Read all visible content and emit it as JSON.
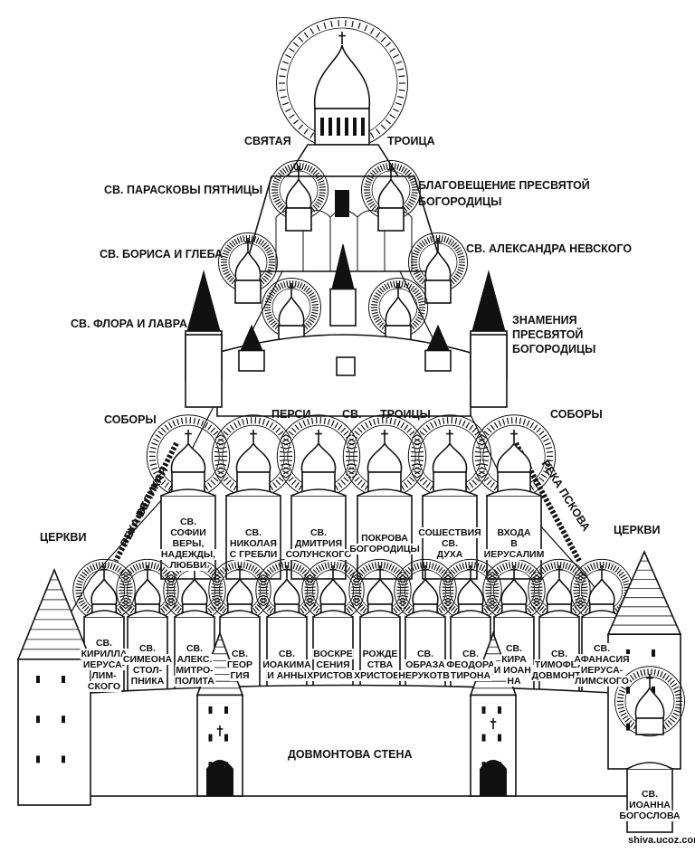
{
  "labels": {
    "top_left": "СВЯТАЯ",
    "top_right": "ТРОИЦА",
    "paraskeva": "СВ. ПАРАСКОВЫ ПЯТНИЦЫ",
    "blag1": "БЛАГОВЕЩЕНИЕ ПРЕСВЯТОЙ",
    "blag2": "БОГОРОДИЦЫ",
    "boris": "СВ. БОРИСА И ГЛЕБА",
    "alexander": "СВ. АЛЕКСАНДРА НЕВСКОГО",
    "flor": "СВ. ФЛОРА И ЛАВРА",
    "znam1": "ЗНАМЕНИЯ",
    "znam2": "ПРЕСВЯТОЙ",
    "znam3": "БОГОРОДИЦЫ",
    "persi": "ПЕРСИ",
    "sv": "СВ.",
    "troitsy": "ТРОИЦЫ",
    "sobory_left": "СОБОРЫ",
    "sobory_right": "СОБОРЫ",
    "reka_velikaya": "РЕКА ВЕЛИКАЯ",
    "reka_pskova": "РЕКА ПСКОВА",
    "tserkvi_left": "ЦЕРКВИ",
    "tserkvi_right": "ЦЕРКВИ",
    "wall": "ДОВМОНТОВА СТЕНА",
    "watermark": "shiva.ucoz.com"
  },
  "cathedrals": [
    {
      "lines": [
        "СВ.",
        "СОФИИ",
        "ВЕРЫ,",
        "НАДЕЖДЫ,",
        "ЛЮБВИ"
      ]
    },
    {
      "lines": [
        "СВ.",
        "НИКОЛАЯ",
        "С ГРЕБЛИ"
      ]
    },
    {
      "lines": [
        "СВ.",
        "ДМИТРИЯ",
        "СОЛУНСКОГО"
      ]
    },
    {
      "lines": [
        "ПОКРОВА",
        "БОГОРОДИЦЫ"
      ]
    },
    {
      "lines": [
        "СОШЕСТВИЯ",
        "СВ.",
        "ДУХА"
      ]
    },
    {
      "lines": [
        "ВХОДА",
        "В",
        "ИЕРУСАЛИМ"
      ]
    }
  ],
  "churches": [
    {
      "lines": [
        "СВ.",
        "КИРИЛЛА",
        "ИЕРУСА-",
        "ЛИМ-",
        "СКОГО"
      ]
    },
    {
      "lines": [
        "СВ.",
        "СИМЕОНА",
        "СТОЛ-",
        "ПНИКА"
      ]
    },
    {
      "lines": [
        "СВ.",
        "АЛЕКС.",
        "МИТРО-",
        "ПОЛИТА"
      ]
    },
    {
      "lines": [
        "СВ.",
        "ГЕОР",
        "ГИЯ"
      ]
    },
    {
      "lines": [
        "СВ.",
        "ИОАКИМА",
        "И АННЫ"
      ]
    },
    {
      "lines": [
        "ВОСКРЕ",
        "СЕНИЯ",
        "ХРИСТОВА"
      ]
    },
    {
      "lines": [
        "РОЖДЕ",
        "СТВА",
        "ХРИСТОВА"
      ]
    },
    {
      "lines": [
        "СВ.",
        "ОБРАЗА",
        "НЕРУКОТВ."
      ]
    },
    {
      "lines": [
        "СВ.",
        "ФЕОДОРА",
        "ТИРОНА"
      ]
    },
    {
      "lines": [
        "СВ.",
        "КИРА",
        "И ИОАН-",
        "НА"
      ]
    },
    {
      "lines": [
        "СВ.",
        "ТИМОФЕЯ",
        "ДОВМОНТА"
      ]
    },
    {
      "lines": [
        "СВ.",
        "АФАНАСИЯ",
        "ИЕРУСА-",
        "ЛИМСКОГО"
      ]
    }
  ],
  "single": {
    "lines": [
      "СВ.",
      "ИОАННА",
      "БОГОСЛОВА"
    ]
  }
}
